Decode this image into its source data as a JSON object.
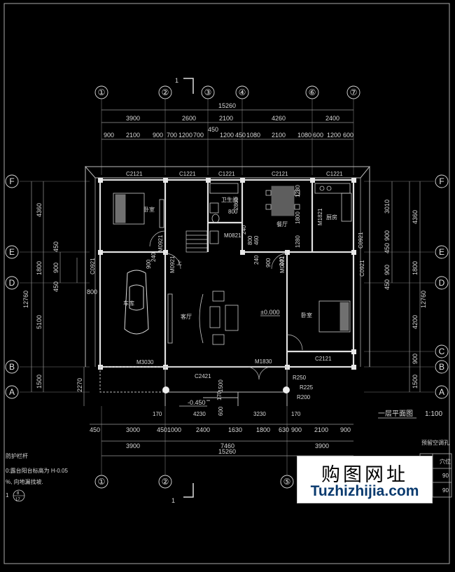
{
  "drawing": {
    "section_mark": "1",
    "title": "一层平面图",
    "scale": "1:100"
  },
  "axes_top": [
    "①",
    "②",
    "③",
    "④",
    "⑥",
    "⑦"
  ],
  "axes_bottom": [
    "①",
    "②",
    "⑤"
  ],
  "axes_side": [
    "F",
    "E",
    "D",
    "C",
    "B",
    "A"
  ],
  "dims": {
    "top_total": "15260",
    "top_row1": [
      "3900",
      "2600",
      "2100",
      "4260",
      "2400"
    ],
    "top_450": "450",
    "top_row2": [
      "900",
      "2100",
      "900",
      "700",
      "1200",
      "700",
      "1200",
      "450",
      "1080",
      "2100",
      "1080",
      "600",
      "1200",
      "600"
    ],
    "bottom_row1": [
      "450",
      "3000",
      "4501000",
      "2400",
      "1630",
      "1800",
      "630",
      "900",
      "2100",
      "900"
    ],
    "bottom_row2": [
      "3900",
      "7460",
      "3900"
    ],
    "bottom_total": "15260",
    "left_outer": "12760",
    "left_segments": [
      "4360",
      "1800",
      "5100",
      "1500"
    ],
    "left_inner": [
      "450",
      "900",
      "450"
    ],
    "left_2270": "2270",
    "left_800": "800",
    "right_outer": "12760",
    "right_segments": [
      "4360",
      "1800",
      "4200",
      "900",
      "1500"
    ],
    "right_inner": [
      "3010",
      "900",
      "450",
      "900",
      "450"
    ],
    "inner_misc": [
      "2860",
      "240",
      "800",
      "800",
      "460",
      "1280",
      "1800",
      "1280",
      "240",
      "900",
      "240",
      "900",
      "240"
    ],
    "porch": [
      "1500",
      "170",
      "600",
      "4230",
      "3230",
      "170",
      "170"
    ]
  },
  "rooms": {
    "bedroom_left": "卧室",
    "bathroom": "卫生间",
    "dining": "餐厅",
    "kitchen": "厨房",
    "living": "客厅",
    "bedroom_right": "卧室",
    "garage_car": "车库",
    "up": "上"
  },
  "openings": {
    "windows_top": [
      "C2121",
      "C1221",
      "C1221",
      "C2121",
      "C1221"
    ],
    "c0921_left": "C0921",
    "c0921_right": "C0921",
    "c0921_right_top": "C0921",
    "m0921_a": "M0921",
    "m0921_b": "M0921",
    "m0921_c": "M0921",
    "m0821": "M0821",
    "m1821": "M1821",
    "m3030": "M3030",
    "c2421": "C2421",
    "m1830": "M1830",
    "c2121_right": "C2121"
  },
  "levels": {
    "indoor": "±0.000",
    "outdoor": "-0.450"
  },
  "stair_radii": [
    "R250",
    "R225",
    "R200"
  ],
  "notes": {
    "line1": "防护栏杆",
    "line2": "0:露台阳台标高为 H-0.05",
    "line3": "%, 向地漏找坡.",
    "detail_num": "1",
    "detail_ref_top": "8",
    "detail_ref_bottom": "17"
  },
  "table": {
    "header": "预留空调孔",
    "col": "穴位",
    "rows": [
      "90",
      "90"
    ]
  },
  "watermark": {
    "cn": "购图网址",
    "en": "Tuzhizhijia.com"
  }
}
